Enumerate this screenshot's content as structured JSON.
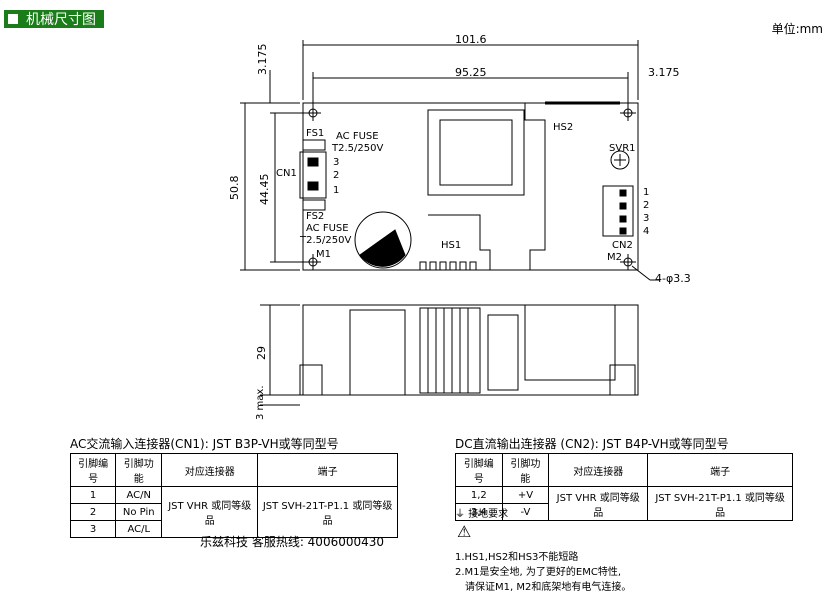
{
  "header": {
    "title": "机械尺寸图"
  },
  "unit": "单位:mm",
  "drawing": {
    "dims": {
      "width_total": "101.6",
      "width_holes": "95.25",
      "offset_left": "3.175",
      "offset_right": "3.175",
      "height_total": "50.8",
      "height_holes": "44.45",
      "side_height": "29",
      "side_max": "3 max.",
      "hole_spec": "4-φ3.3"
    },
    "labels": {
      "fs1": "FS1",
      "fs1_desc": "AC FUSE",
      "fs1_rating": "T2.5/250V",
      "cn1": "CN1",
      "pin3": "3",
      "pin2": "2",
      "pin1": "1",
      "fs2": "FS2",
      "fs2_desc": "AC FUSE",
      "fs2_rating": "T2.5/250V",
      "m1": "M1",
      "hs1": "HS1",
      "hs2": "HS2",
      "svr1": "SVR1",
      "cn2": "CN2",
      "m2": "M2",
      "cn2_pin1": "1",
      "cn2_pin2": "2",
      "cn2_pin3": "3",
      "cn2_pin4": "4"
    }
  },
  "ac_table": {
    "title": "AC交流输入连接器(CN1): JST B3P-VH或等同型号",
    "headers": [
      "引脚编号",
      "引脚功能",
      "对应连接器",
      "端子"
    ],
    "rows": [
      {
        "pin": "1",
        "func": "AC/N"
      },
      {
        "pin": "2",
        "func": "No Pin"
      },
      {
        "pin": "3",
        "func": "AC/L"
      }
    ],
    "connector": "JST VHR 或同等级品",
    "terminal": "JST SVH-21T-P1.1 或同等级品"
  },
  "dc_table": {
    "title": "DC直流输出连接器 (CN2): JST B4P-VH或等同型号",
    "headers": [
      "引脚编号",
      "引脚功能",
      "对应连接器",
      "端子"
    ],
    "rows": [
      {
        "pin": "1,2",
        "func": "+V"
      },
      {
        "pin": "3,4",
        "func": "-V"
      }
    ],
    "connector": "JST VHR 或同等级品",
    "terminal": "JST SVH-21T-P1.1 或同等级品"
  },
  "notes": {
    "ground": "接地要求",
    "note1": "1.HS1,HS2和HS3不能短路",
    "note2": "2.M1是安全地, 为了更好的EMC特性,",
    "note3": "请保证M1, M2和底架地有电气连接。"
  },
  "hotline": "乐兹科技 客服热线: 4006000430"
}
